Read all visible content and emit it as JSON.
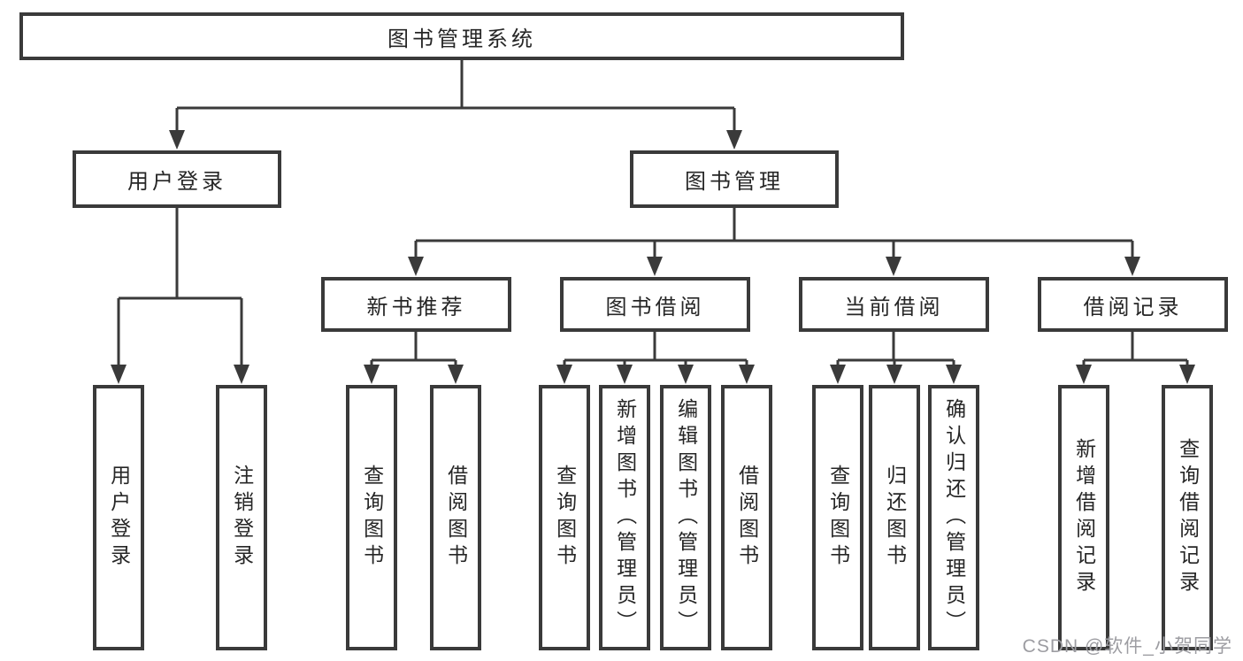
{
  "watermark": "CSDN @软件_小贺同学",
  "tree": {
    "root": "图书管理系统",
    "branches": [
      {
        "label": "用户登录",
        "children": [
          "用户登录",
          "注销登录"
        ]
      },
      {
        "label": "图书管理",
        "groups": [
          {
            "label": "新书推荐",
            "children": [
              "查询图书",
              "借阅图书"
            ]
          },
          {
            "label": "图书借阅",
            "children": [
              "查询图书",
              "新增图书（管理员）",
              "编辑图书（管理员）",
              "借阅图书"
            ]
          },
          {
            "label": "当前借阅",
            "children": [
              "查询图书",
              "归还图书",
              "确认归还（管理员）"
            ]
          },
          {
            "label": "借阅记录",
            "children": [
              "新增借阅记录",
              "查询借阅记录"
            ]
          }
        ]
      }
    ]
  }
}
